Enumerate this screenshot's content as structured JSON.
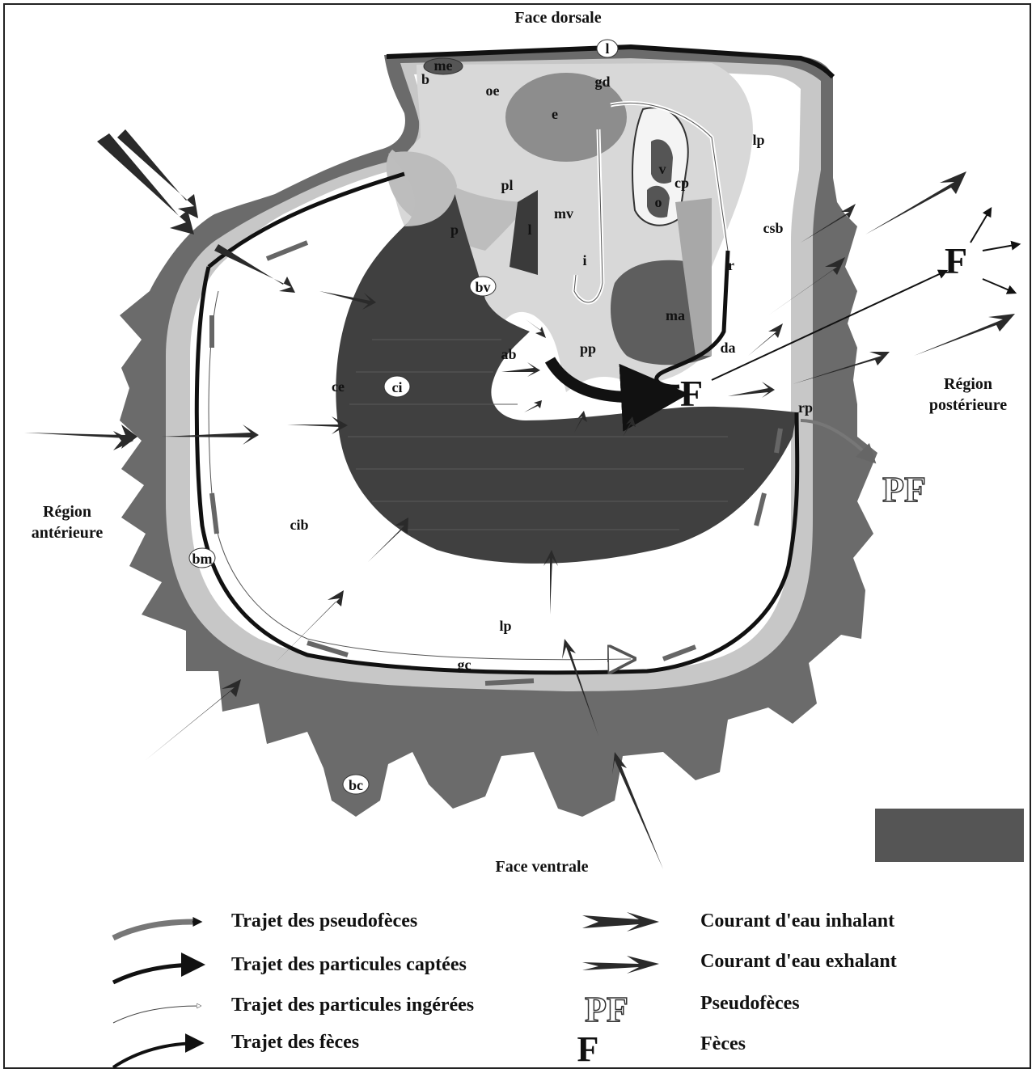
{
  "labels": {
    "face_dorsale": "Face dorsale",
    "face_ventrale": "Face ventrale",
    "region_anterieure": "Région\nantérieure",
    "region_posterieure": "Région\npostérieure"
  },
  "structure_labels": {
    "l_top": "l",
    "me": "me",
    "b": "b",
    "oe": "oe",
    "gd": "gd",
    "e": "e",
    "lp_top": "lp",
    "pl": "pl",
    "mv": "mv",
    "l_mid": "l",
    "v": "v",
    "cp": "cp",
    "o": "o",
    "p": "p",
    "csb": "csb",
    "i": "i",
    "r": "r",
    "bv": "bv",
    "ma": "ma",
    "ab": "ab",
    "pp": "pp",
    "da": "da",
    "ce": "ce",
    "ci": "ci",
    "rp": "rp",
    "cib": "cib",
    "bm": "bm",
    "lp_bottom": "lp",
    "gc": "gc",
    "bc": "bc",
    "F_mid": "F",
    "F_right": "F",
    "PF_right": "PF"
  },
  "legend": {
    "left": [
      {
        "label": "Trajet des pseudofèces",
        "color": "#777777"
      },
      {
        "label": "Trajet des particules captées",
        "color": "#111111"
      },
      {
        "label": "Trajet des particules ingérées",
        "color": "#dddddd"
      },
      {
        "label": "Trajet des fèces",
        "color": "#111111"
      }
    ],
    "right": [
      {
        "symbol": "arrow-inhalant",
        "label": "Courant d'eau inhalant"
      },
      {
        "symbol": "arrow-exhalant",
        "label": "Courant d'eau exhalant"
      },
      {
        "symbol": "PF",
        "label": "Pseudofèces"
      },
      {
        "symbol": "F",
        "label": "Fèces"
      }
    ]
  },
  "colors": {
    "shell": "#6b6b6b",
    "mantle": "#c4c4c4",
    "gill": "#404040",
    "body": "#d9d9d9",
    "muscle": "#5e5e5e",
    "arrow": "#2a2a2a",
    "scale_bar": "#555555"
  }
}
